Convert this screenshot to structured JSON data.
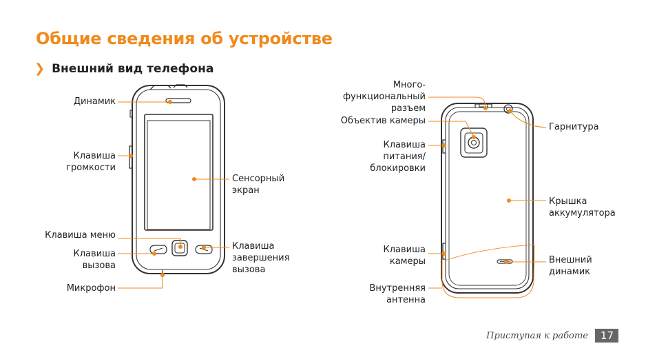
{
  "page": {
    "title": "Общие сведения об устройстве",
    "subtitle": "Внешний вид телефона",
    "subtitle_marker": "❯"
  },
  "front_labels": {
    "speaker": "Динамик",
    "volume": "Клавиша\nгромкости",
    "touchscreen": "Сенсорный\nэкран",
    "menu_key": "Клавиша меню",
    "call_key": "Клавиша\nвызова",
    "end_key": "Клавиша\nзавершения\nвызова",
    "microphone": "Микрофон"
  },
  "back_labels": {
    "multiport": "Много-\nфункциональный\nразъем",
    "camera_lens": "Объектив камеры",
    "headset": "Гарнитура",
    "power_key": "Клавиша\nпитания/\nблокировки",
    "battery_cover": "Крышка\nаккумулятора",
    "camera_key": "Клавиша\nкамеры",
    "ext_speaker": "Внешний\nдинамик",
    "antenna": "Внутренняя\nантенна"
  },
  "footer": {
    "section": "Приступая к работе",
    "page_number": "17"
  },
  "colors": {
    "accent": "#f08a1c",
    "text": "#222222",
    "outline": "#333333",
    "page_box": "#666666"
  }
}
